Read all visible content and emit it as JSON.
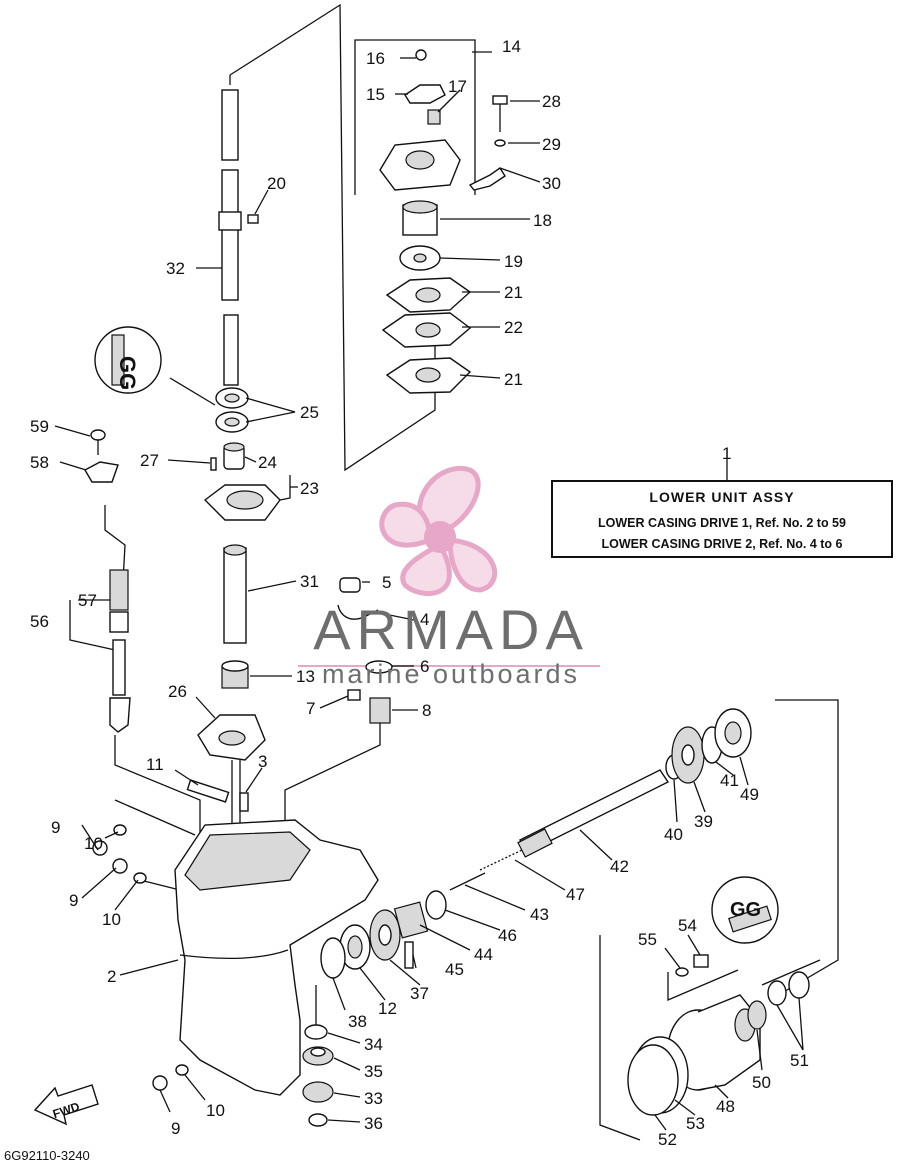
{
  "diagram": {
    "catalog_code": "6G92110-3240",
    "assembly_box": {
      "title": "LOWER  UNIT ASSY",
      "line1": "LOWER CASING DRIVE 1,  Ref. No. 2 to 59",
      "line2": "LOWER CASING DRIVE 2,  Ref. No. 4 to 6"
    },
    "watermark": {
      "name": "ARMADA",
      "subtitle": "marine outboards",
      "color": "#e7a7c8"
    },
    "fwd_arrow_label": "FWD",
    "seal_symbols": [
      "GG",
      "GG"
    ],
    "callouts": [
      "1",
      "2",
      "3",
      "4",
      "5",
      "6",
      "7",
      "8",
      "9",
      "9",
      "9",
      "10",
      "10",
      "10",
      "11",
      "12",
      "13",
      "14",
      "15",
      "16",
      "17",
      "18",
      "19",
      "20",
      "21",
      "21",
      "22",
      "23",
      "24",
      "25",
      "26",
      "27",
      "28",
      "29",
      "30",
      "31",
      "32",
      "33",
      "34",
      "35",
      "36",
      "37",
      "38",
      "39",
      "40",
      "41",
      "42",
      "43",
      "44",
      "45",
      "46",
      "47",
      "48",
      "49",
      "50",
      "51",
      "52",
      "53",
      "54",
      "55",
      "56",
      "57",
      "58",
      "59"
    ]
  }
}
